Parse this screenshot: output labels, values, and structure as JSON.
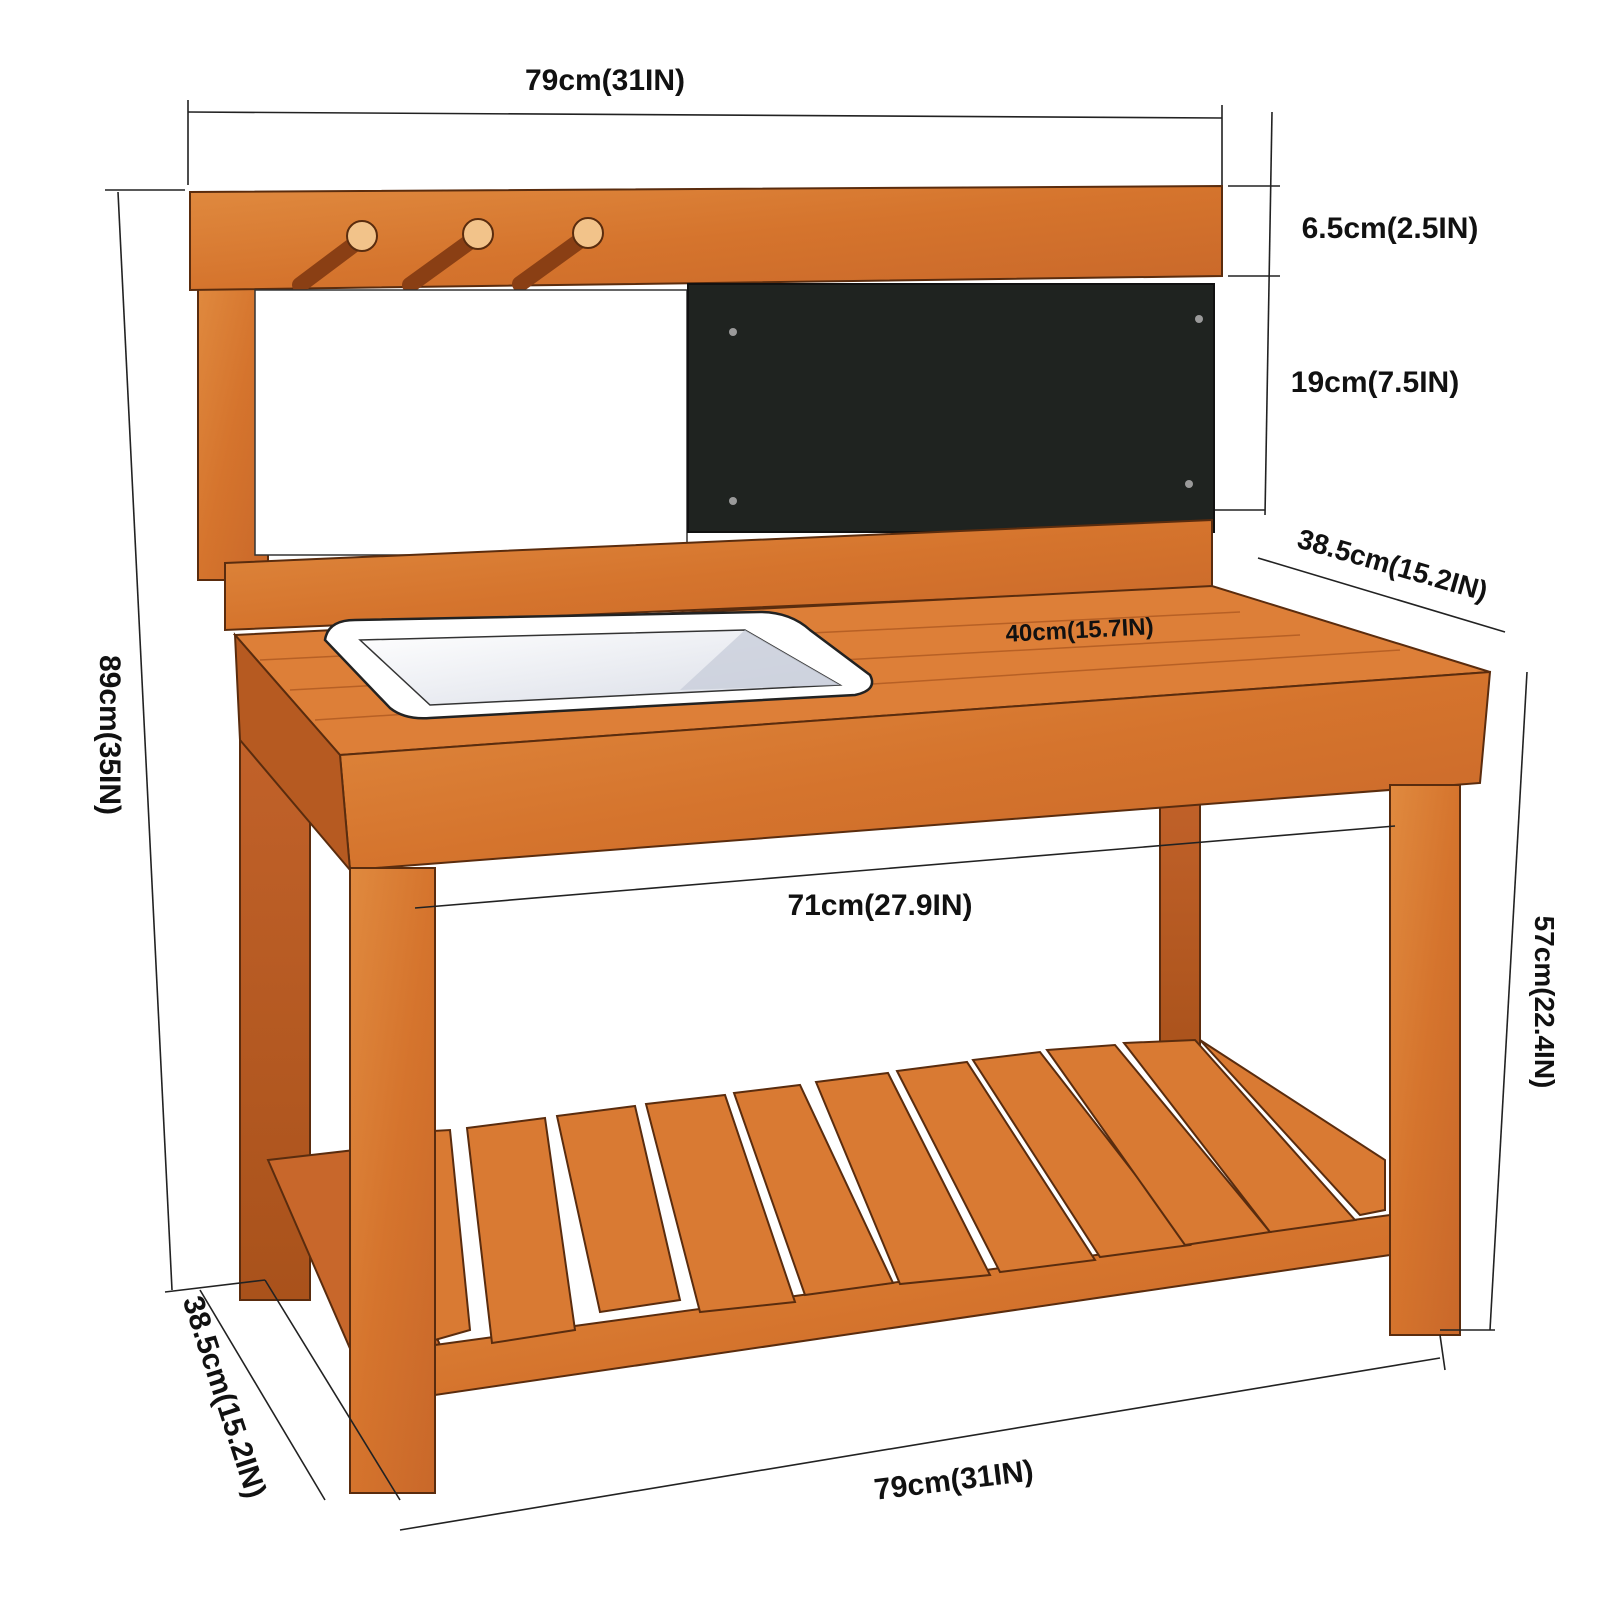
{
  "dimensions": {
    "top_width": "79cm(31IN)",
    "top_rail_height": "6.5cm(2.5IN)",
    "board_height": "19cm(7.5IN)",
    "top_depth": "38.5cm(15.2IN)",
    "sink_to_edge": "40cm(15.7IN)",
    "total_height": "89cm(35IN)",
    "inner_width": "71cm(27.9IN)",
    "table_height": "57cm(22.4IN)",
    "bottom_depth": "38.5cm(15.2IN)",
    "bottom_width": "79cm(31IN)"
  },
  "colors": {
    "wood": "#D9772F",
    "wood_dark": "#A9521B",
    "wood_light": "#E8934A",
    "chalkboard": "#1F2320",
    "whiteboard": "#FFFFFF",
    "sink": "#F4F5F8"
  }
}
